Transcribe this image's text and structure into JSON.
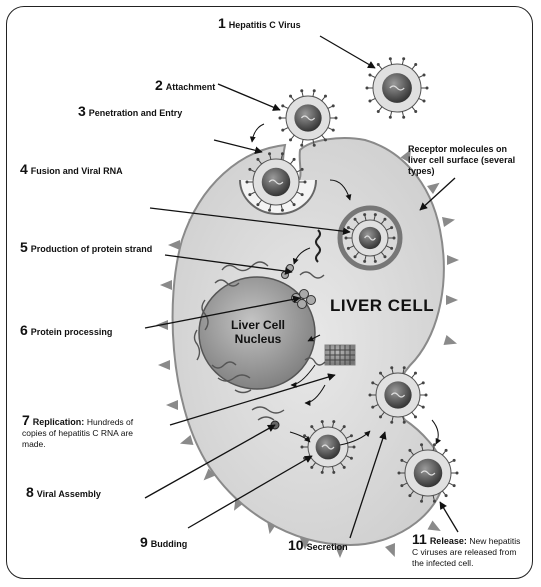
{
  "steps": [
    {
      "num": "1",
      "title": "Hepatitis C Virus",
      "desc": ""
    },
    {
      "num": "2",
      "title": "Attachment",
      "desc": ""
    },
    {
      "num": "3",
      "title": "Penetration and Entry",
      "desc": ""
    },
    {
      "num": "4",
      "title": "Fusion and Viral RNA",
      "desc": ""
    },
    {
      "num": "5",
      "title": "Production of protein strand",
      "desc": ""
    },
    {
      "num": "6",
      "title": "Protein processing",
      "desc": ""
    },
    {
      "num": "7",
      "title": "Replication:",
      "desc": "Hundreds of copies of hepatitis C RNA are made."
    },
    {
      "num": "8",
      "title": "Viral Assembly",
      "desc": ""
    },
    {
      "num": "9",
      "title": "Budding",
      "desc": ""
    },
    {
      "num": "10",
      "title": "Secretion",
      "desc": ""
    },
    {
      "num": "11",
      "title": "Release:",
      "desc": "New hepatitis C viruses are released from the infected cell."
    }
  ],
  "cell_label": "LIVER CELL",
  "nucleus_label": "Liver Cell Nucleus",
  "receptor_label": "Receptor molecules on liver cell surface (several types)",
  "colors": {
    "cell_fill": "#dcdcdc",
    "membrane": "#8a8a8a",
    "nucleus": "#9c9c9c",
    "virus": "#5a5a5a"
  }
}
